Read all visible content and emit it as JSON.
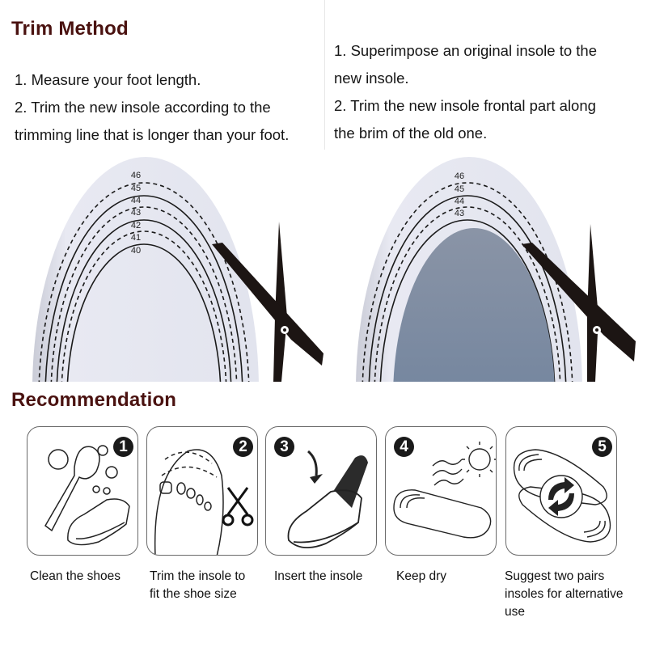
{
  "trim_method": {
    "title": "Trim Method",
    "left_steps": [
      "1.  Measure your foot length.",
      "2.  Trim the new insole according to the",
      "trimming line that is longer than your foot."
    ],
    "right_steps": [
      "1.  Superimpose an original insole to the",
      "new insole.",
      "2.  Trim the new insole frontal part along",
      "the brim of the old one."
    ],
    "size_labels": [
      "46",
      "45",
      "44",
      "43",
      "42",
      "41",
      "40"
    ],
    "right_size_labels": [
      "46",
      "45",
      "44",
      "43"
    ]
  },
  "recommendation": {
    "title": "Recommendation",
    "cards": [
      {
        "number": "1",
        "icon": "clean-shoe-brush-icon",
        "caption_lines": [
          "Clean the shoes"
        ]
      },
      {
        "number": "2",
        "icon": "foot-trim-scissors-icon",
        "caption_lines": [
          "Trim the insole to",
          "fit the shoe size"
        ]
      },
      {
        "number": "3",
        "icon": "insert-insole-shoe-icon",
        "caption_lines": [
          "Insert the insole"
        ]
      },
      {
        "number": "4",
        "icon": "keep-dry-sun-icon",
        "caption_lines": [
          "Keep dry"
        ]
      },
      {
        "number": "5",
        "icon": "alternate-pairs-icon",
        "caption_lines": [
          "Suggest two pairs",
          "insoles for alternative",
          "use"
        ]
      }
    ]
  },
  "colors": {
    "title": "#4a1210",
    "insole": "#e4e6f0",
    "old_insole_top": "#8a94a6",
    "old_insole_bottom": "#5f7898",
    "scissors": "#1c1513"
  }
}
